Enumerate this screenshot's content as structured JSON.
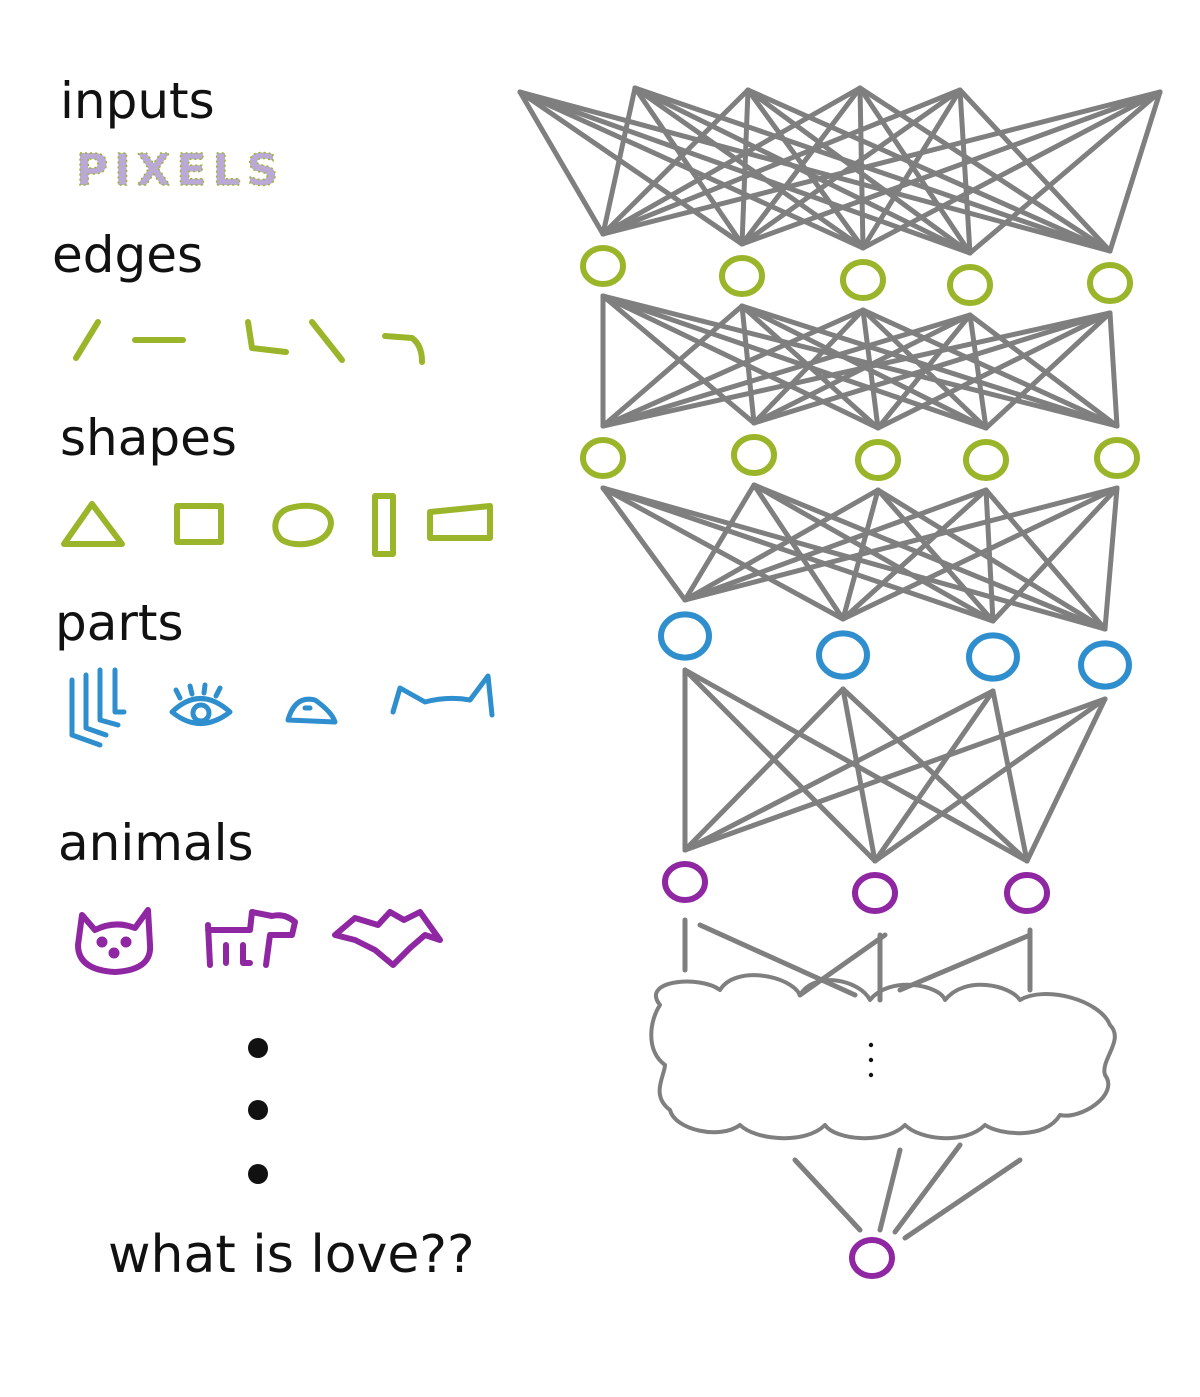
{
  "labels": {
    "inputs": "inputs",
    "pixels": "PIXELS",
    "edges": "edges",
    "shapes": "shapes",
    "parts": "parts",
    "animals": "animals",
    "question": "what is love??"
  },
  "colors": {
    "background": "#ffffff",
    "ink": "#111111",
    "edge": "#7f7f7f",
    "green": "#9ab52a",
    "blue": "#2f8fce",
    "purple": "#8f27a3"
  }
}
